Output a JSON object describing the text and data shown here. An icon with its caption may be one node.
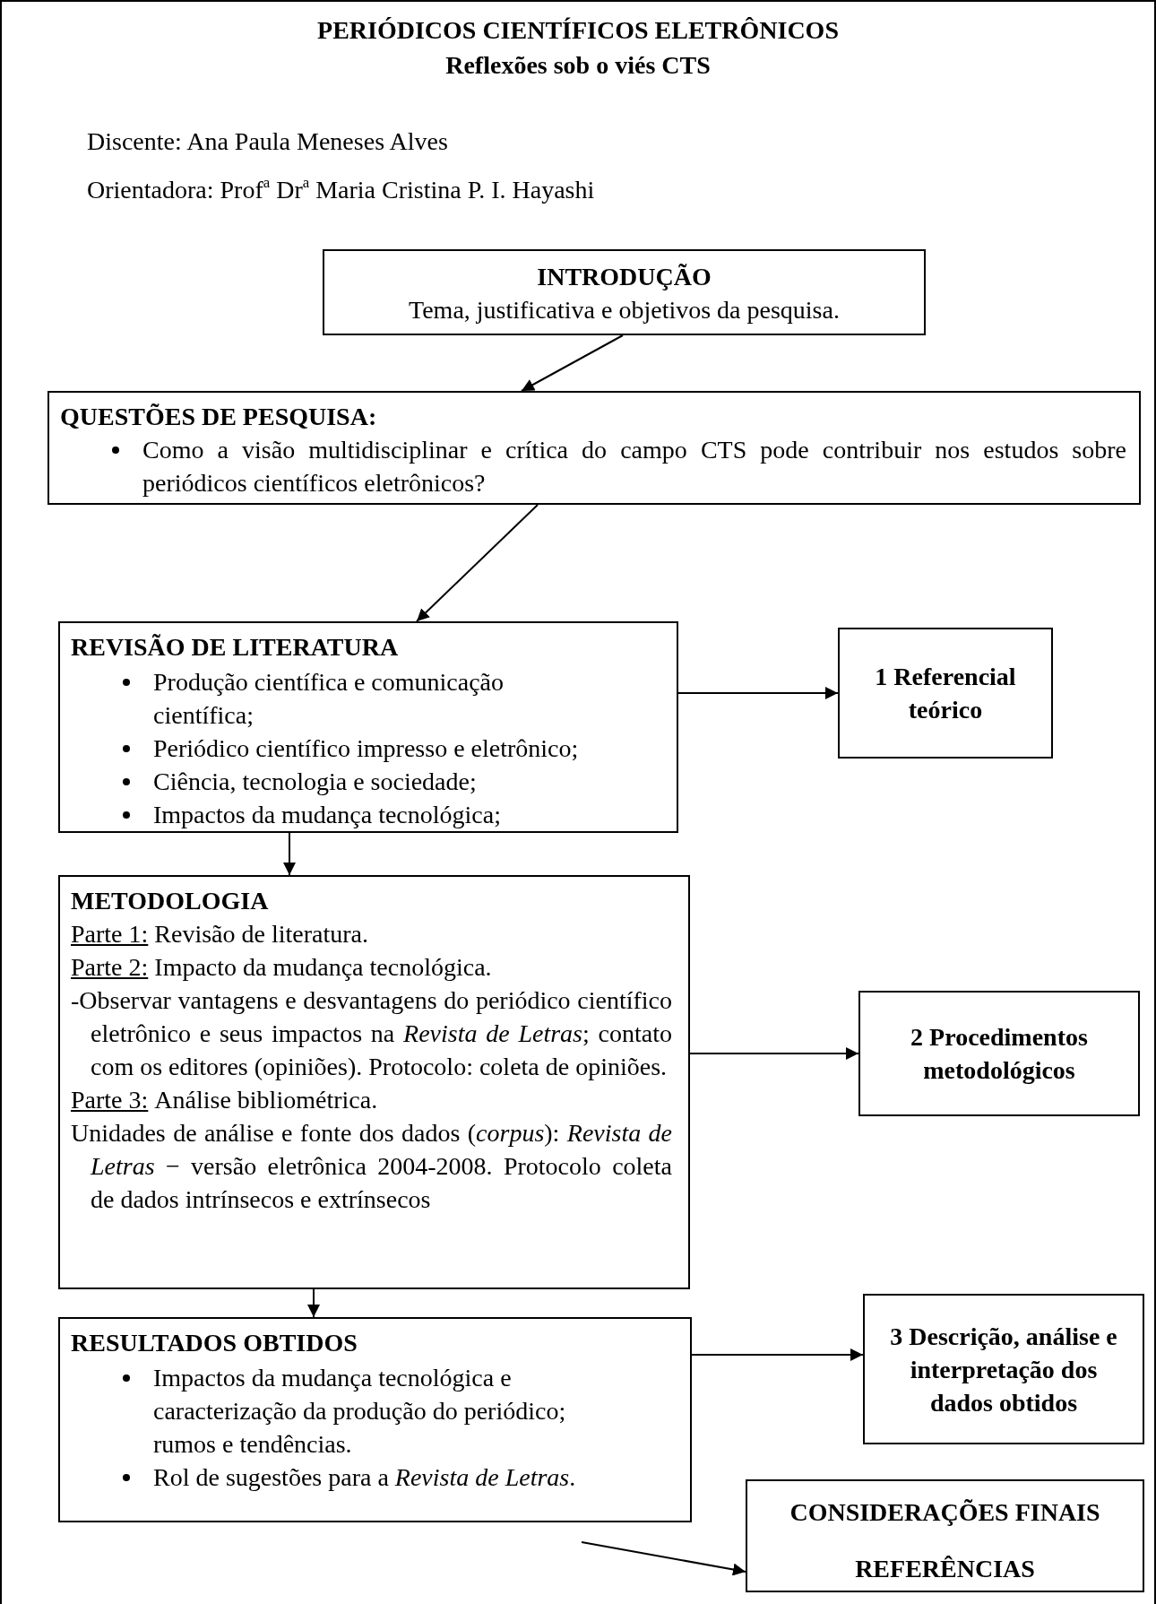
{
  "diagram": {
    "title": "PERIÓDICOS CIENTÍFICOS ELETRÔNICOS",
    "nodes": [
      {
        "text": [
          "INTRODUÇÃO",
          "Tema, justificativa e objetivos da pesquisa."
        ]
      },
      {
        "text": [
          "QUESTÕES DE PESQUISA:",
          "Como a visão multidisciplinar e crítica do campo CTS pode contribuir nos estudos sobre periódicos científicos eletrônicos?"
        ]
      },
      {
        "text": [
          "REVISÃO DE LITERATURA",
          "Produção científica e comunicação científica;",
          "Periódico científico impresso e eletrônico;",
          "Ciência, tecnologia e sociedade;",
          "Impactos da mudança tecnológica;"
        ]
      },
      {
        "text": [
          "1 Referencial teórico"
        ]
      },
      {
        "text": [
          "METODOLOGIA",
          "Parte 1:",
          "Revisão de literatura.",
          "Parte 2:",
          "Impacto da mudança tecnológica.",
          "-Observar vantagens e desvantagens do periódico científico eletrônico e seus impactos na *Revista de Letras*; contato com os editores (opiniões). Protocolo: coleta de opiniões.",
          "Parte 3:",
          "Análise bibliométrica.",
          "Unidades de análise e fonte dos dados (*corpus*): *Revista de Letras* − versão eletrônica 2004-2008. Protocolo coleta de dados intrínsecos e extrínsecos"
        ]
      },
      {
        "text": [
          "2 Procedimentos metodológicos"
        ]
      },
      {
        "text": [
          "RESULTADOS OBTIDOS",
          "Impactos da mudança tecnológica e caracterização da produção do periódico; rumos e tendências.",
          "Rol de sugestões para a *Revista de Letras*."
        ]
      },
      {
        "text": [
          "3 Descrição, análise e interpretação dos dados obtidos"
        ]
      },
      {
        "text": [
          "CONSIDERAÇÕES FINAIS",
          "REFERÊNCIAS"
        ]
      }
    ],
    "edges": [
      {
        "from": 0,
        "to": 1,
        "arrow": "to"
      },
      {
        "from": 1,
        "to": 2,
        "arrow": "to"
      },
      {
        "from": 2,
        "to": 3,
        "arrow": "to"
      },
      {
        "from": 2,
        "to": 4,
        "arrow": "to"
      },
      {
        "from": 4,
        "to": 5,
        "arrow": "to"
      },
      {
        "from": 4,
        "to": 6,
        "arrow": "to"
      },
      {
        "from": 6,
        "to": 7,
        "arrow": "to"
      },
      {
        "from": null,
        "to": 8,
        "arrow": "to"
      }
    ],
    "labels": [
      "Reflexões sob o viés CTS",
      "Discente: Ana Paula Meneses Alves",
      "Orientadora: Prof$^{a}$ Dr$^{a}$ Maria Cristina P. I. Hayashi"
    ]
  }
}
